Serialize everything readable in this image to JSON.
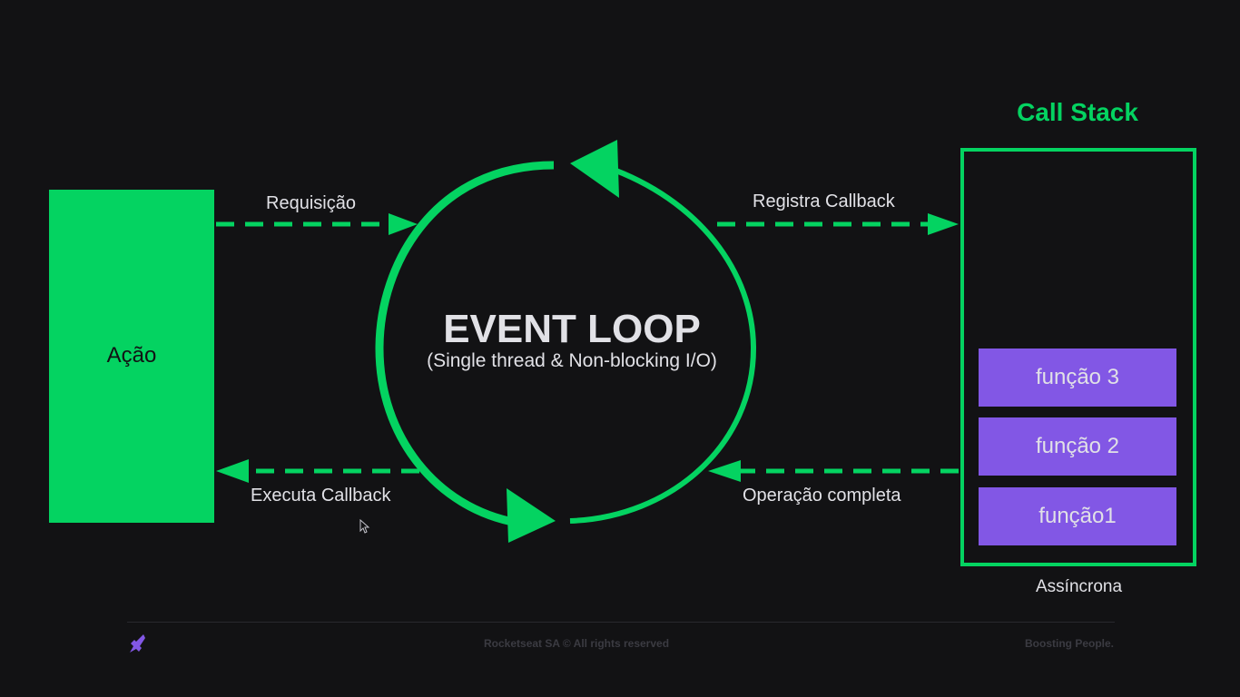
{
  "diagram": {
    "action_label": "Ação",
    "event_loop_title": "EVENT LOOP",
    "event_loop_subtitle": "(Single thread & Non-blocking I/O)",
    "edges": {
      "request": "Requisição",
      "register_callback": "Registra Callback",
      "operation_complete": "Operação completa",
      "execute_callback": "Executa Callback"
    },
    "call_stack": {
      "title": "Call Stack",
      "items": [
        "função 3",
        "função 2",
        "função1"
      ],
      "caption": "Assíncrona"
    }
  },
  "footer": {
    "copyright": "Rocketseat SA  © All rights reserved",
    "tagline": "Boosting People."
  },
  "colors": {
    "background": "#121214",
    "accent_green": "#04d361",
    "purple": "#8257e5",
    "text": "#e1e1e6"
  },
  "icons": [
    "rocketseat-logo-icon",
    "mouse-cursor-icon"
  ]
}
